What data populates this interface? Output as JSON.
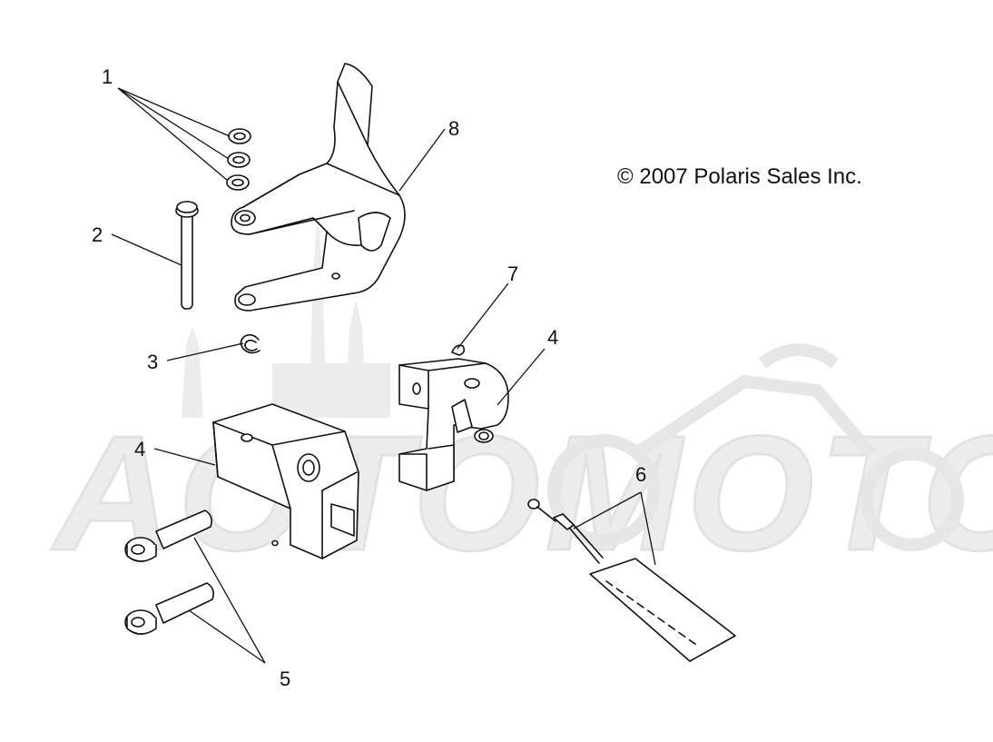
{
  "diagram": {
    "copyright": "© 2007 Polaris Sales Inc.",
    "watermark_text": "AOTOMOTO",
    "callouts": [
      {
        "id": "c1",
        "label": "1"
      },
      {
        "id": "c2",
        "label": "2"
      },
      {
        "id": "c3",
        "label": "3"
      },
      {
        "id": "c4a",
        "label": "4"
      },
      {
        "id": "c4b",
        "label": "4"
      },
      {
        "id": "c5",
        "label": "5"
      },
      {
        "id": "c6",
        "label": "6"
      },
      {
        "id": "c7",
        "label": "7"
      },
      {
        "id": "c8",
        "label": "8"
      }
    ]
  }
}
